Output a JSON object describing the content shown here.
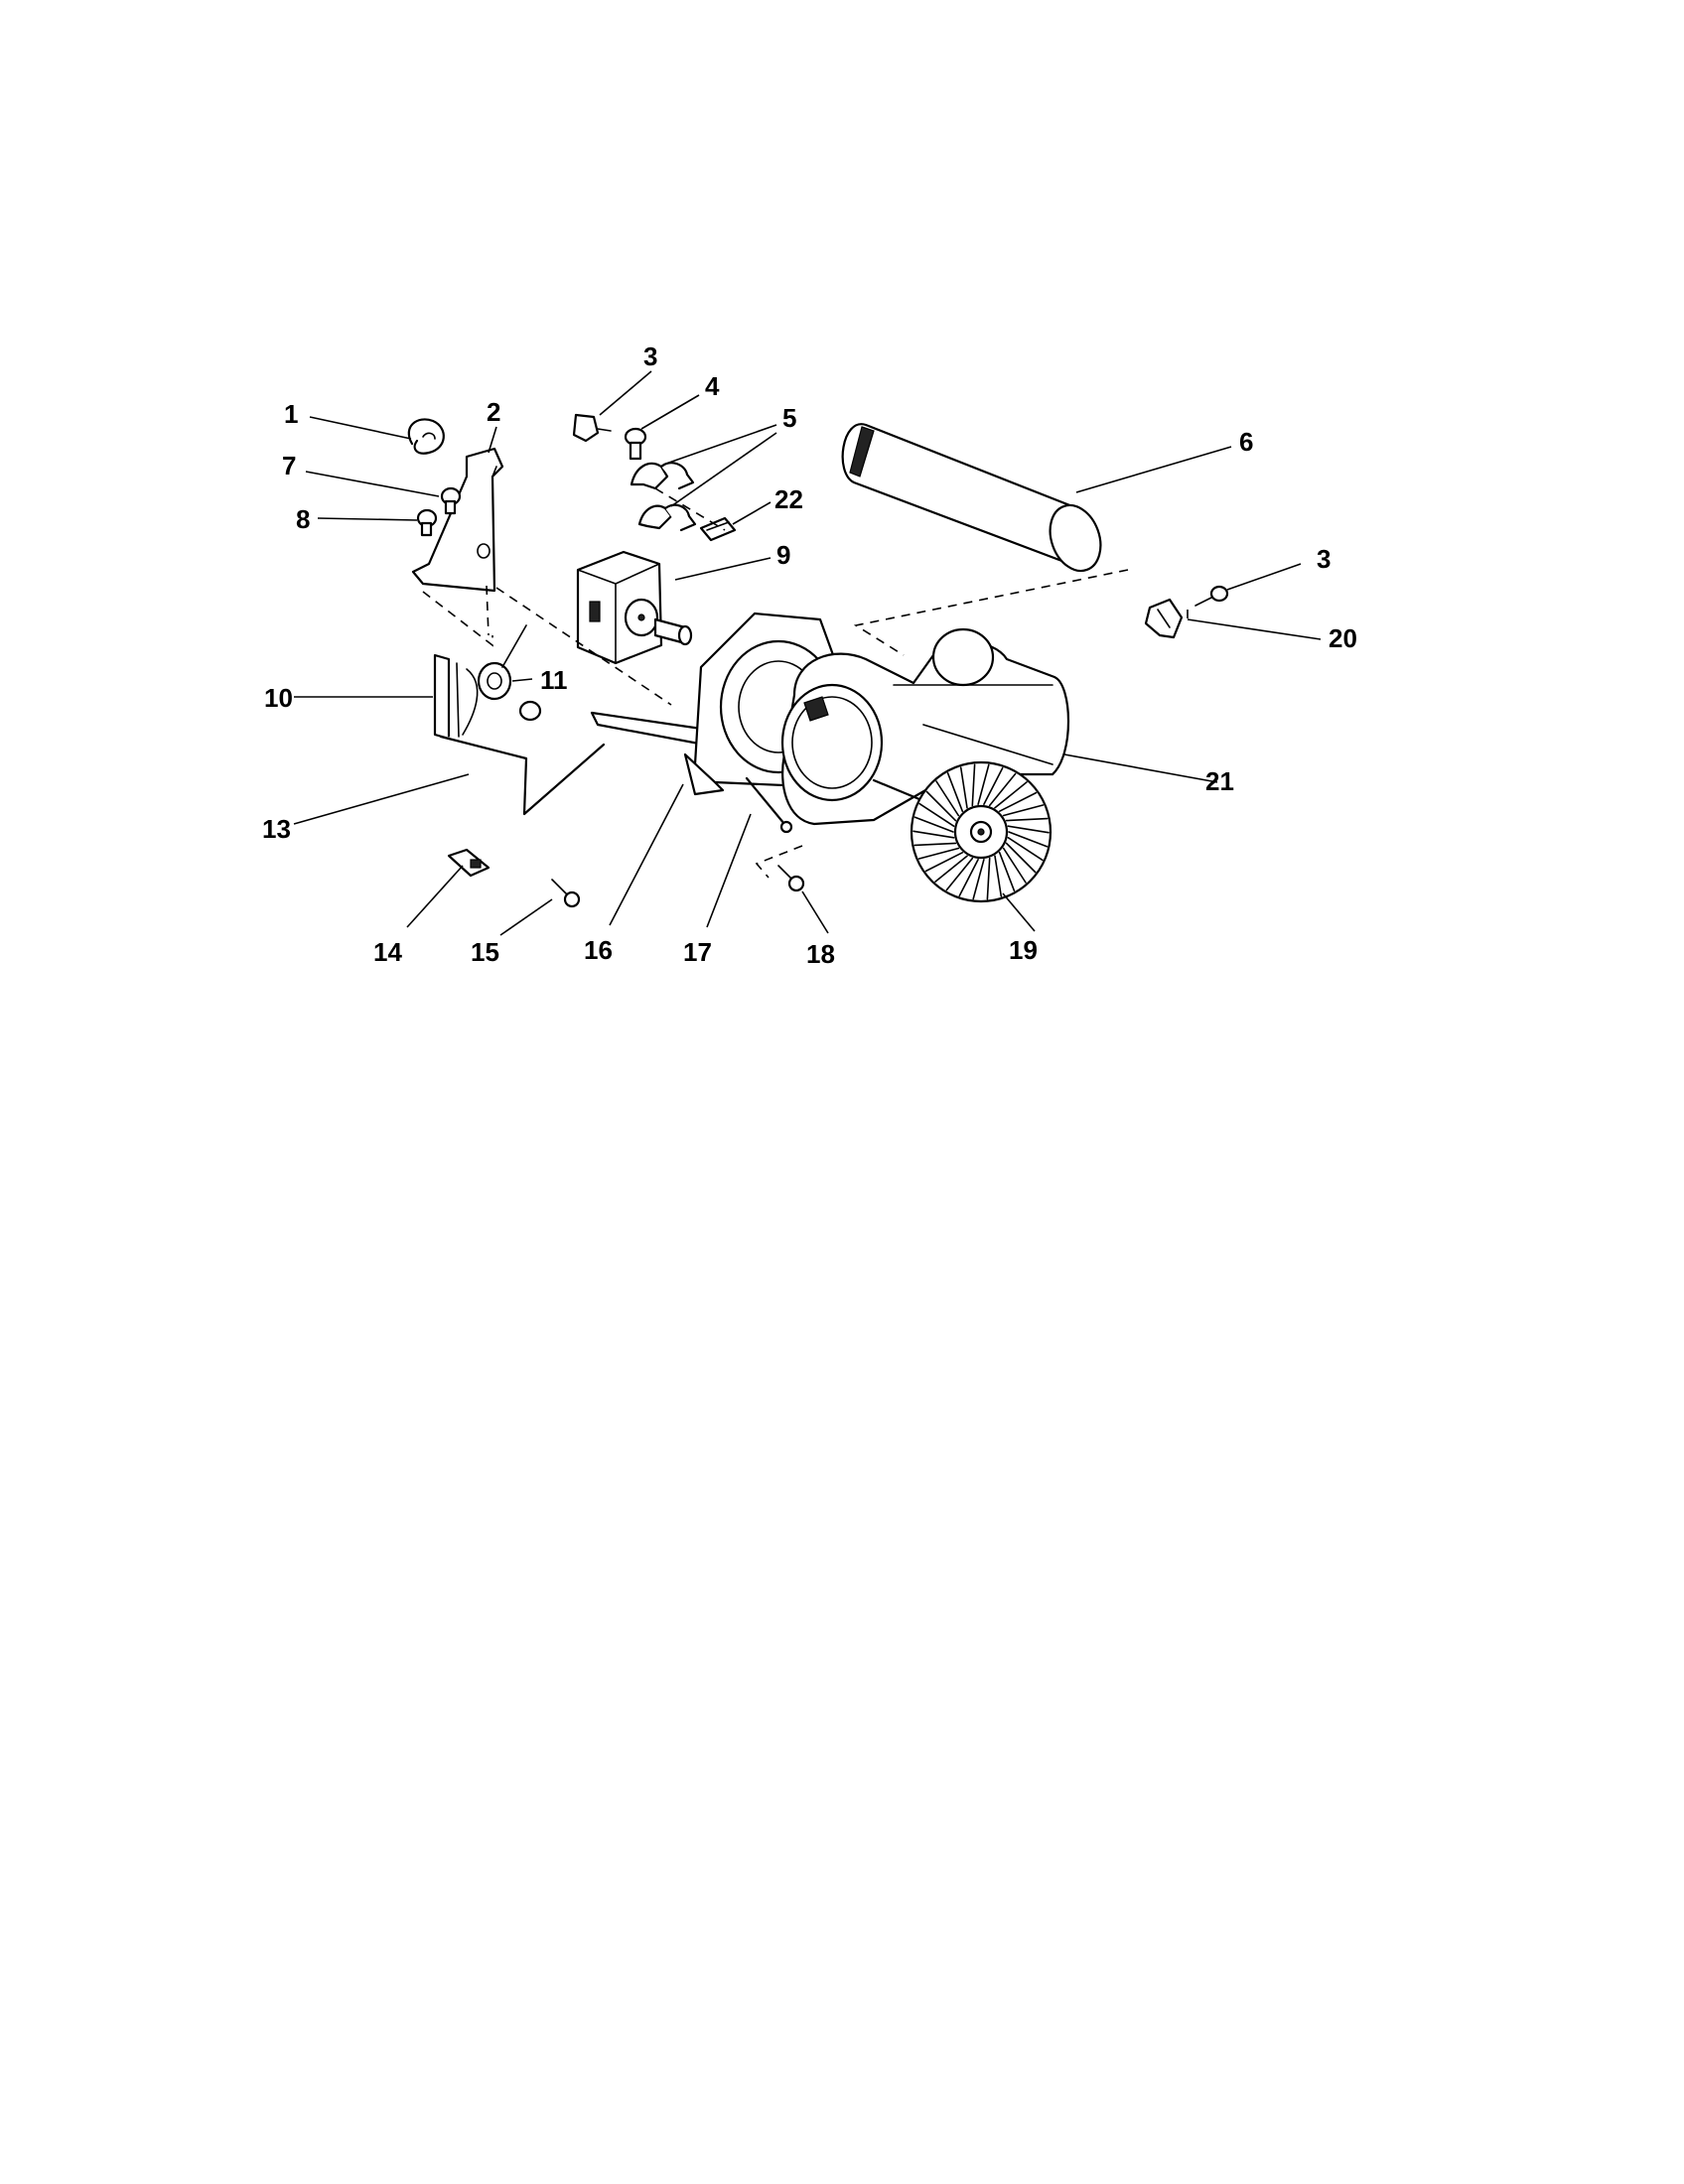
{
  "callouts": {
    "c1": "1",
    "c2": "2",
    "c3a": "3",
    "c3b": "3",
    "c4": "4",
    "c5": "5",
    "c6": "6",
    "c7": "7",
    "c8": "8",
    "c9": "9",
    "c10": "10",
    "c11": "11",
    "c13": "13",
    "c14": "14",
    "c15": "15",
    "c16": "16",
    "c17": "17",
    "c18": "18",
    "c19": "19",
    "c20": "20",
    "c21": "21",
    "c22": "22"
  }
}
